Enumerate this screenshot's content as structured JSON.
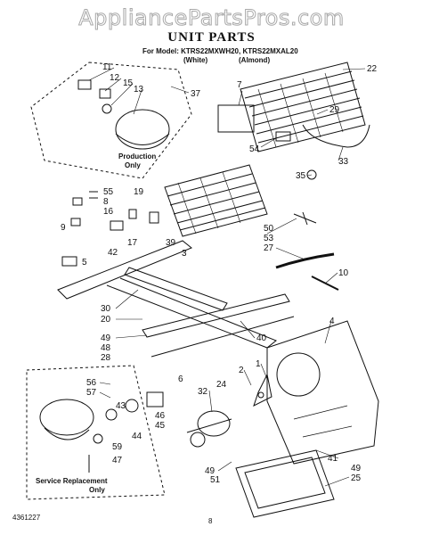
{
  "watermark": "AppliancePartsPros.com",
  "title": "UNIT PARTS",
  "model_line": "For Model: KTRS22MXWH20, KTRS22MXAL20",
  "model_white": "(White)",
  "model_almond": "(Almond)",
  "notes": {
    "production_1": "Production",
    "production_2": "Only",
    "service_1": "Service Replacement",
    "service_2": "Only"
  },
  "footer": {
    "doc_number": "4361227",
    "page": "8"
  },
  "callouts": [
    "11",
    "12",
    "15",
    "13",
    "37",
    "7",
    "22",
    "29",
    "54",
    "33",
    "35",
    "55",
    "8",
    "16",
    "19",
    "9",
    "17",
    "39",
    "42",
    "3",
    "5",
    "50",
    "53",
    "27",
    "10",
    "30",
    "20",
    "49",
    "48",
    "28",
    "40",
    "4",
    "56",
    "57",
    "2",
    "1",
    "32",
    "24",
    "6",
    "43",
    "46",
    "45",
    "44",
    "59",
    "47",
    "41",
    "49",
    "25",
    "49",
    "51"
  ]
}
